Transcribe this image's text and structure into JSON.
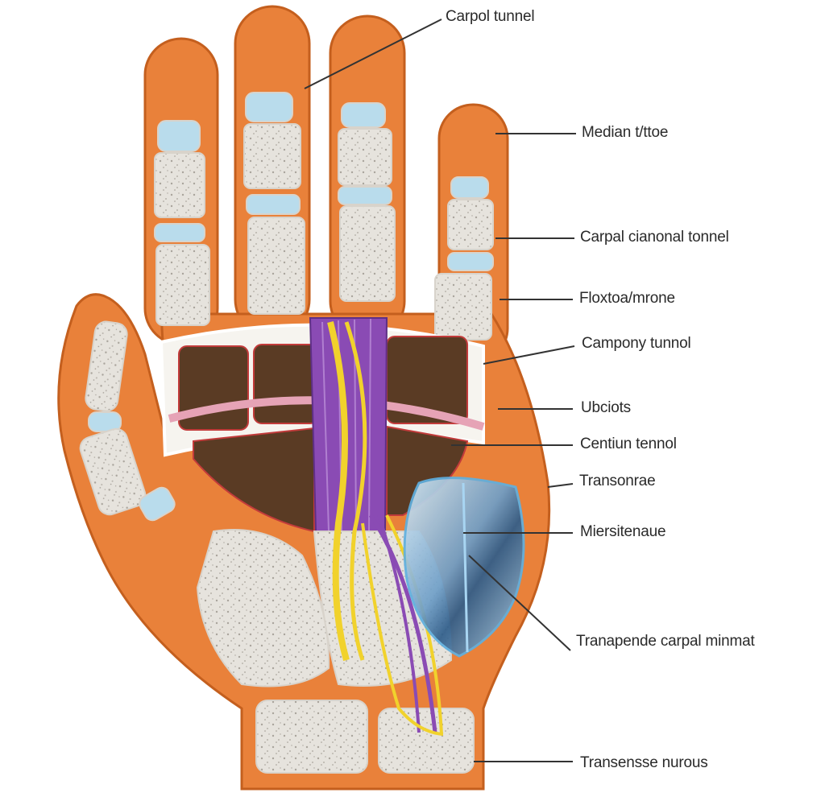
{
  "colors": {
    "skin": "#e9813a",
    "skin_outline": "#c45f1e",
    "bone": "#e6e3dd",
    "cartilage": "#b9dcec",
    "carpal": "#5a3b24",
    "tendon": "#8a4bb4",
    "nerve": "#f1d22c",
    "cyst": "#7db4dd",
    "leader": "#333333"
  },
  "labels": [
    {
      "id": "carpal-tunnel",
      "text": "Carpol tunnel"
    },
    {
      "id": "median",
      "text": "Median t/ttoe"
    },
    {
      "id": "carpal-canal",
      "text": "Carpal cianonal tonnel"
    },
    {
      "id": "flexor",
      "text": "Floxtoa/mrone"
    },
    {
      "id": "campony",
      "text": "Campony tunnol"
    },
    {
      "id": "ubciots",
      "text": "Ubciots"
    },
    {
      "id": "centiun",
      "text": "Centiun tennol"
    },
    {
      "id": "transonrae",
      "text": "Transonrae"
    },
    {
      "id": "miersitenaue",
      "text": "Miersitenaue"
    },
    {
      "id": "tranapende",
      "text": "Tranapende carpal minmat"
    },
    {
      "id": "transensse",
      "text": "Transensse nurous"
    }
  ]
}
